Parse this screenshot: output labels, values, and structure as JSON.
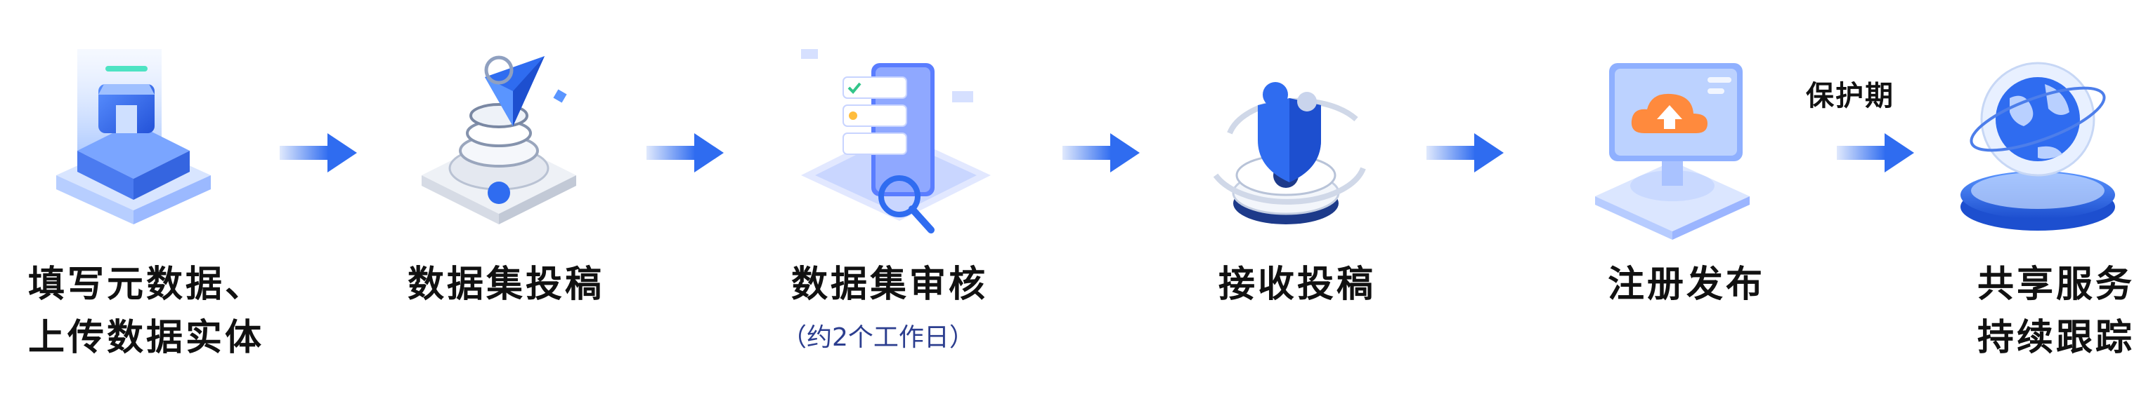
{
  "steps": [
    {
      "icon": "store-icon",
      "label_line1": "填写元数据、",
      "label_line2": "上传数据实体"
    },
    {
      "icon": "paper-plane-icon",
      "label_line1": "数据集投稿"
    },
    {
      "icon": "phone-review-icon",
      "label_line1": "数据集审核",
      "note": "（约2个工作日）"
    },
    {
      "icon": "shield-icon",
      "label_line1": "接收投稿"
    },
    {
      "icon": "cloud-upload-monitor-icon",
      "label_line1": "注册发布"
    },
    {
      "icon": "globe-icon",
      "label_line1": "共享服务",
      "label_line2": "持续跟踪"
    }
  ],
  "period_label": "保护期",
  "colors": {
    "primary_blue": "#2f6cf0",
    "light_blue": "#9fc0ff",
    "pale_blue": "#e6eeff",
    "orange": "#ff8a3d",
    "text": "#111111",
    "note": "#2c3e8f"
  }
}
